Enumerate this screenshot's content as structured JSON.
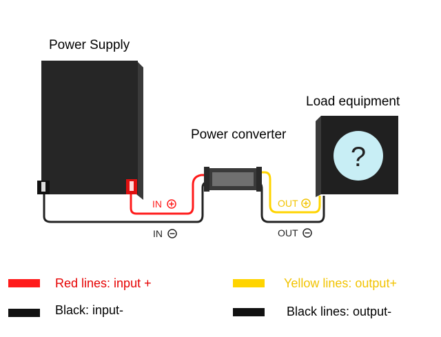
{
  "labels": {
    "power_supply": "Power Supply",
    "power_converter": "Power converter",
    "load_equipment": "Load equipment",
    "load_symbol": "?",
    "in_plus": "IN",
    "in_minus": "IN",
    "out_plus": "OUT",
    "out_minus": "OUT"
  },
  "legend": {
    "red": "Red lines: input +",
    "black_in": "Black: input-",
    "yellow": "Yellow lines: output+",
    "black_out": "Black lines: output-"
  },
  "colors": {
    "red_wire": "#ff1a1a",
    "yellow_wire": "#ffd400",
    "black_wire": "#222222",
    "legend_red_text": "#e60000",
    "legend_yellow_text": "#f2c300",
    "box_fill": "#202020",
    "load_circle": "#c8eef5"
  }
}
